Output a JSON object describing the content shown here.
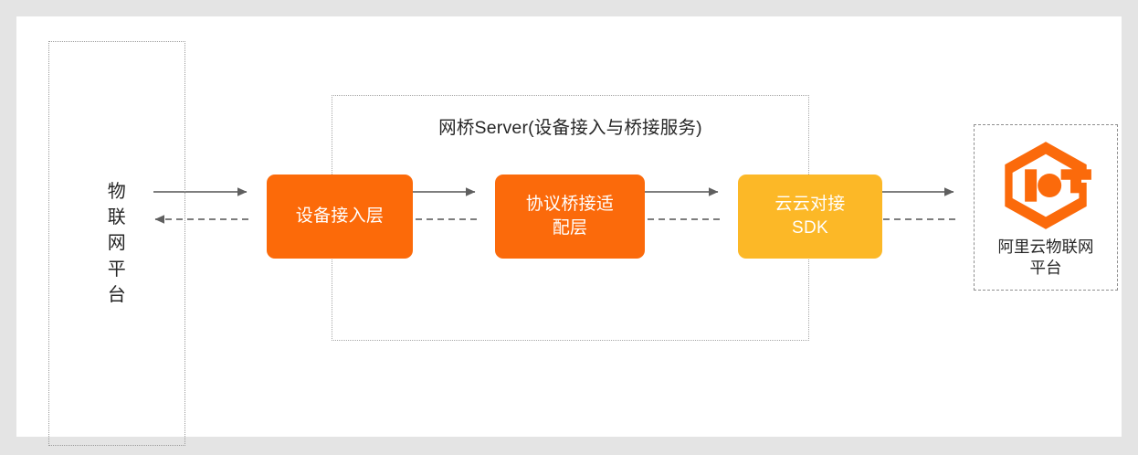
{
  "theme": {
    "page_background": "#e4e4e4",
    "panel_background": "#ffffff",
    "box_orange": "#fc6a09",
    "box_orange_alt": "#fb6a0b",
    "box_amber": "#fcb827",
    "logo_orange": "#fb6a0b",
    "text_dark": "#262626",
    "connector_solid": "#6b6b6b",
    "connector_dashed": "#6b6b6b",
    "dashed_border": "#9b9b9b"
  },
  "diagram": {
    "type": "architecture-flow",
    "left_platform": {
      "label": "物\n联\n网\n平\n台",
      "border_style": "dotted"
    },
    "bridge_server": {
      "title": "网桥Server(设备接入与桥接服务)",
      "border_style": "dotted",
      "stages": [
        {
          "id": "device-access-layer",
          "label": "设备接入层",
          "color": "#fc6a09"
        },
        {
          "id": "protocol-bridge-layer",
          "label": "协议桥接适\n配层",
          "color": "#fb6a0b"
        },
        {
          "id": "cloud-connect-sdk",
          "label": "云云对接\nSDK",
          "color": "#fcb827"
        }
      ]
    },
    "right_platform": {
      "logo": "iot-hexagon-logo",
      "label": "阿里云物联网\n平台",
      "border_style": "dashed"
    },
    "connectors": [
      {
        "id": "c1-forward",
        "from": "left-platform",
        "to": "device-access-layer",
        "style": "solid",
        "direction": "right"
      },
      {
        "id": "c1-backward",
        "from": "device-access-layer",
        "to": "left-platform",
        "style": "dashed",
        "direction": "left"
      },
      {
        "id": "c2-forward",
        "from": "device-access-layer",
        "to": "protocol-bridge-layer",
        "style": "solid",
        "direction": "right"
      },
      {
        "id": "c2-backward",
        "from": "protocol-bridge-layer",
        "to": "device-access-layer",
        "style": "dashed",
        "direction": "left"
      },
      {
        "id": "c3-forward",
        "from": "protocol-bridge-layer",
        "to": "cloud-connect-sdk",
        "style": "solid",
        "direction": "right"
      },
      {
        "id": "c3-backward",
        "from": "cloud-connect-sdk",
        "to": "protocol-bridge-layer",
        "style": "dashed",
        "direction": "left"
      },
      {
        "id": "c4-forward",
        "from": "cloud-connect-sdk",
        "to": "right-platform",
        "style": "solid",
        "direction": "right"
      },
      {
        "id": "c4-backward",
        "from": "right-platform",
        "to": "cloud-connect-sdk",
        "style": "dashed",
        "direction": "left"
      }
    ]
  }
}
